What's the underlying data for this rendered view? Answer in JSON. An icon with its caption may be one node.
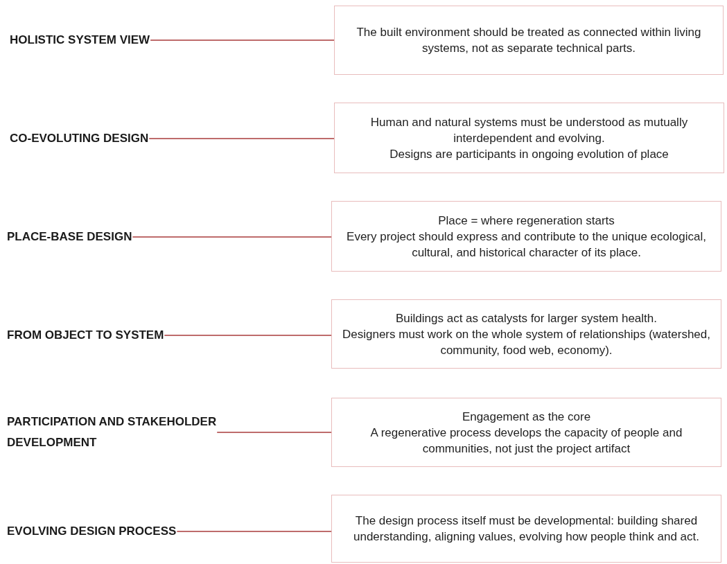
{
  "diagram": {
    "nodes": [
      {
        "text": [
          "HOLISTIC SYSTEM VIEW"
        ]
      },
      {
        "text": [
          "The built environment should be treated as connected within living systems, not as separate technical parts."
        ]
      },
      {
        "text": [
          "CO-EVOLUTING DESIGN"
        ]
      },
      {
        "text": [
          "Human and natural systems must be understood as mutually interdependent and evolving.",
          "Designs are participants in ongoing evolution of place"
        ]
      },
      {
        "text": [
          "PLACE-BASE DESIGN"
        ]
      },
      {
        "text": [
          "Place = where regeneration starts",
          "Every project should express and contribute to the unique ecological, cultural, and historical character of its place."
        ]
      },
      {
        "text": [
          "FROM OBJECT TO SYSTEM"
        ]
      },
      {
        "text": [
          "Buildings act as catalysts for larger system health.",
          "Designers must work on the whole system of relationships (watershed, community, food web, economy)."
        ]
      },
      {
        "text": [
          "PARTICIPATION AND STAKEHOLDER DEVELOPMENT"
        ]
      },
      {
        "text": [
          "Engagement as the core",
          "A regenerative process develops the capacity of people and communities, not just the project artifact"
        ]
      },
      {
        "text": [
          "EVOLVING DESIGN PROCESS"
        ]
      },
      {
        "text": [
          "The design process itself must be developmental: building shared understanding, aligning values, evolving how people think and act."
        ]
      }
    ],
    "edges": [
      {
        "from": 0,
        "to": 1,
        "arrow": "none"
      },
      {
        "from": 2,
        "to": 3,
        "arrow": "none"
      },
      {
        "from": 4,
        "to": 5,
        "arrow": "none"
      },
      {
        "from": 6,
        "to": 7,
        "arrow": "none"
      },
      {
        "from": 8,
        "to": 9,
        "arrow": "none"
      },
      {
        "from": 10,
        "to": 11,
        "arrow": "none"
      }
    ]
  }
}
